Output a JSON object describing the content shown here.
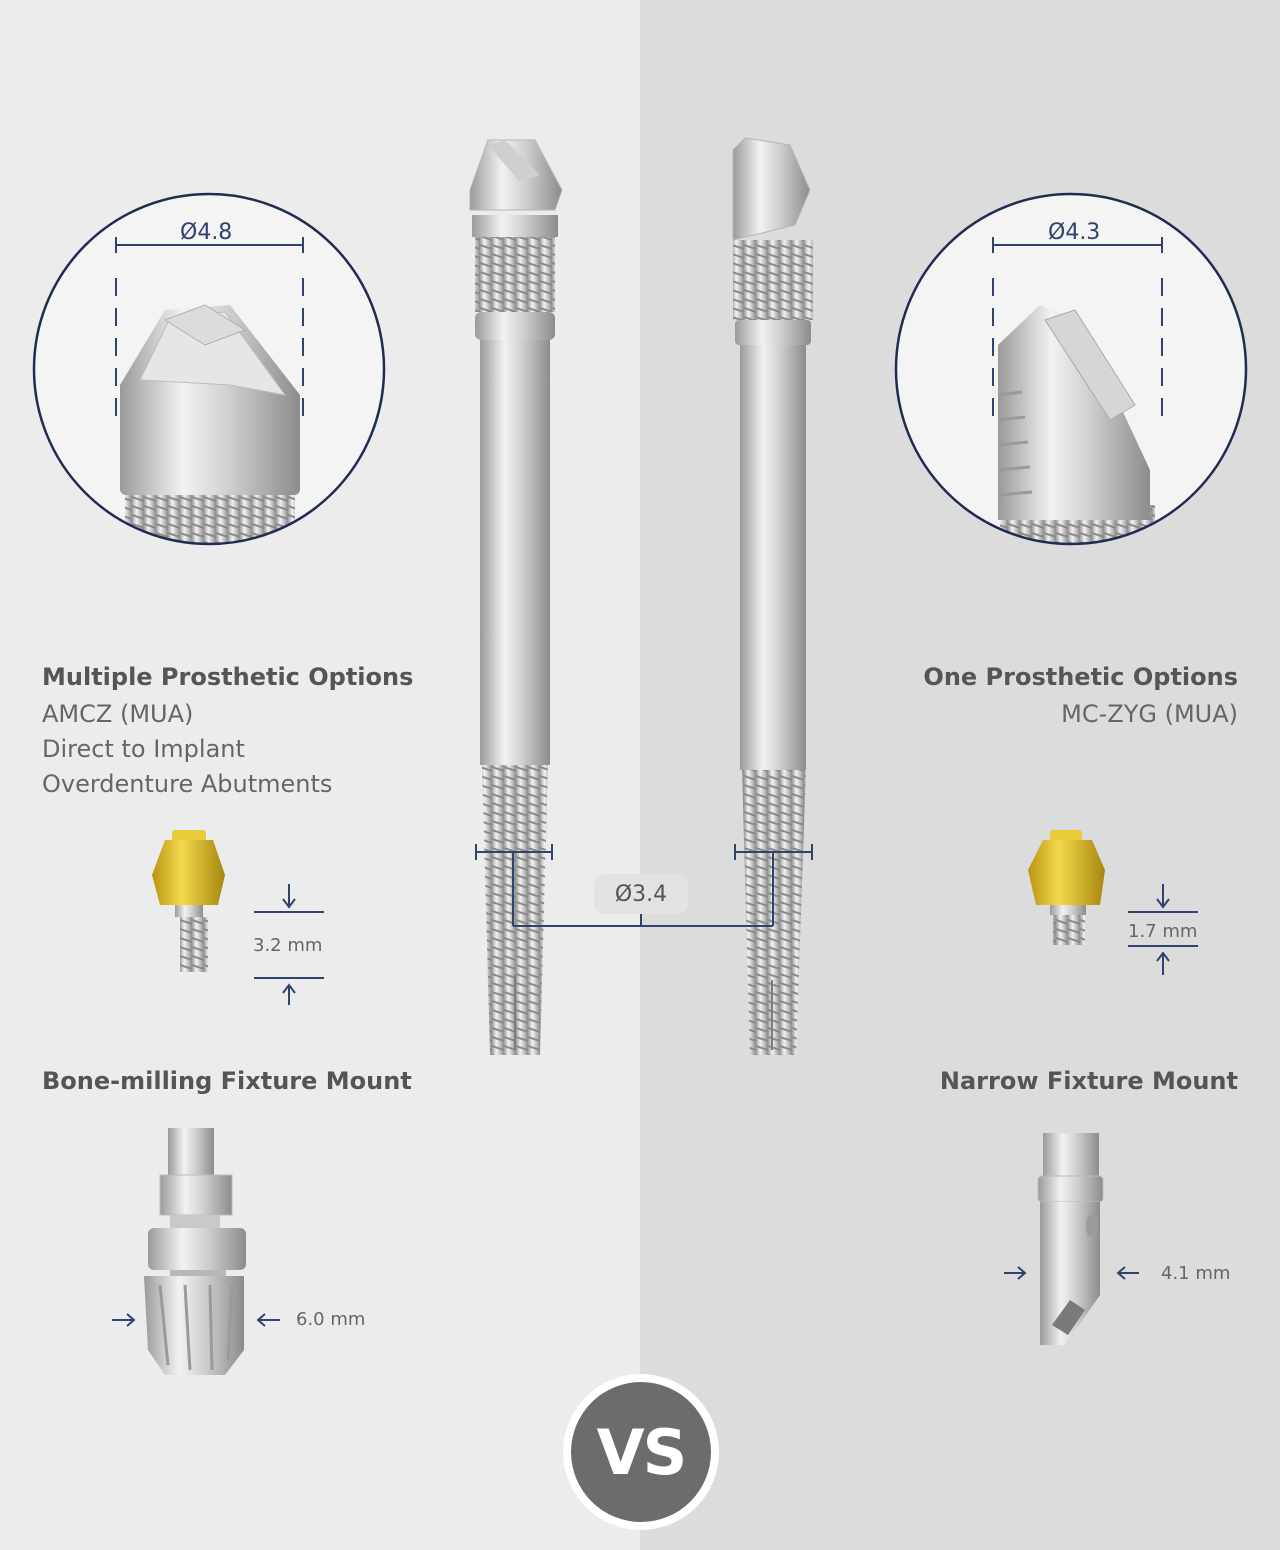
{
  "left": {
    "zoom_diameter": "Ø4.8",
    "title": "Multiple Prosthetic Options",
    "lines": [
      "AMCZ (MUA)",
      "Direct to Implant",
      "Overdenture Abutments"
    ],
    "abutment_height": "3.2 mm",
    "mount_title": "Bone-milling Fixture Mount",
    "mount_width": "6.0 mm"
  },
  "right": {
    "zoom_diameter": "Ø4.3",
    "title": "One Prosthetic Options",
    "lines": [
      "MC-ZYG (MUA)"
    ],
    "abutment_height": "1.7 mm",
    "mount_title": "Narrow Fixture Mount",
    "mount_width": "4.1 mm"
  },
  "center": {
    "shaft_diameter": "Ø3.4",
    "vs_label": "VS"
  },
  "colors": {
    "left_bg": "#ececec",
    "right_bg": "#dcdcdc",
    "accent_navy": "#30426e",
    "gold": "#e2c02a",
    "vs_circle": "#6b6d6c"
  }
}
